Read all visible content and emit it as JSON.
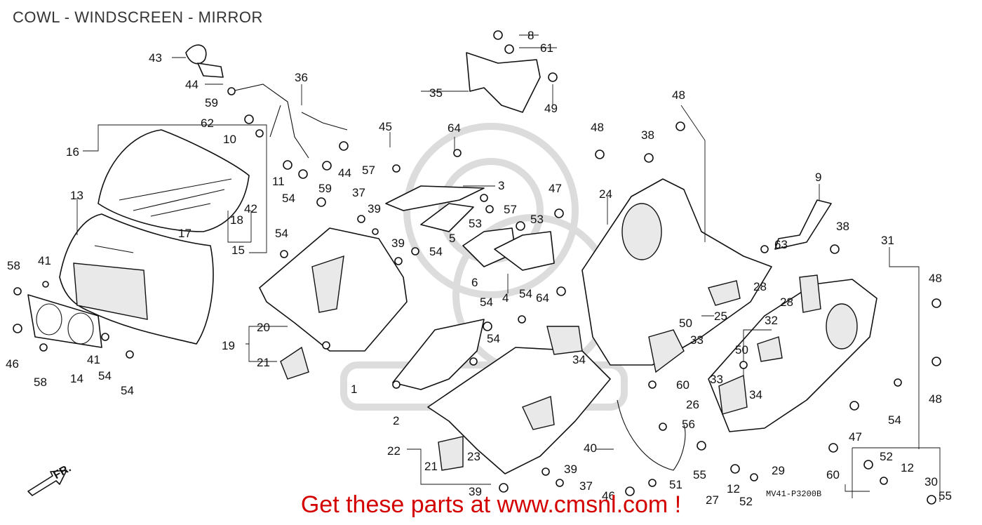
{
  "title": "COWL - WINDSCREEN - MIRROR",
  "footer_link": "Get these parts at www.cmsnl.com !",
  "diagram_code": "MV41-P3200B",
  "direction_label": "FR.",
  "part_labels": [
    "1",
    "2",
    "3",
    "4",
    "5",
    "6",
    "8",
    "9",
    "10",
    "11",
    "12",
    "13",
    "14",
    "15",
    "16",
    "17",
    "18",
    "19",
    "20",
    "21",
    "22",
    "23",
    "24",
    "25",
    "26",
    "27",
    "28",
    "29",
    "30",
    "31",
    "32",
    "33",
    "34",
    "35",
    "36",
    "37",
    "38",
    "39",
    "40",
    "41",
    "42",
    "43",
    "44",
    "45",
    "46",
    "47",
    "48",
    "49",
    "50",
    "51",
    "52",
    "53",
    "54",
    "55",
    "56",
    "57",
    "58",
    "59",
    "60",
    "61",
    "62",
    "63",
    "64"
  ],
  "icons": {
    "watermark": "cmsnl-logo-watermark",
    "direction": "front-direction-arrow-icon"
  }
}
